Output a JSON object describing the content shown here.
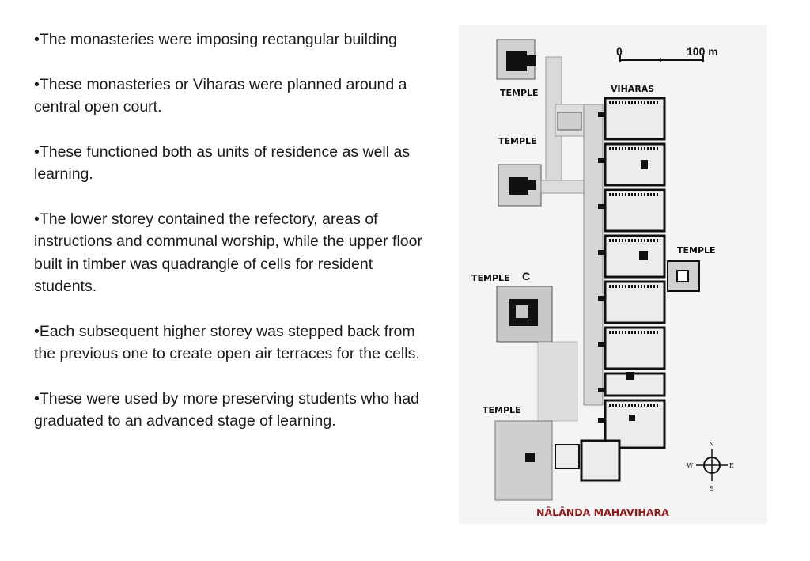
{
  "bullets": [
    "•The monasteries were imposing rectangular building",
    "•These monasteries or Viharas were planned around a central open court.",
    "•These functioned both as units of residence as well as learning.",
    "•The lower storey contained the refectory, areas of instructions and communal worship, while the upper floor built in timber was quadrangle of cells for resident students.",
    "•Each subsequent higher storey was stepped back from the previous one to create open air terraces for the cells.",
    "•These were used by more preserving students who had graduated to an advanced stage of learning."
  ],
  "map": {
    "scale_start": "0",
    "scale_end": "100 m",
    "viharas_label": "VIHARAS",
    "temple_label": "TEMPLE",
    "caption": "NĀLĀNDA MAHAVIHARA",
    "compass": {
      "n": "N",
      "s": "S",
      "e": "E",
      "w": "W"
    }
  }
}
